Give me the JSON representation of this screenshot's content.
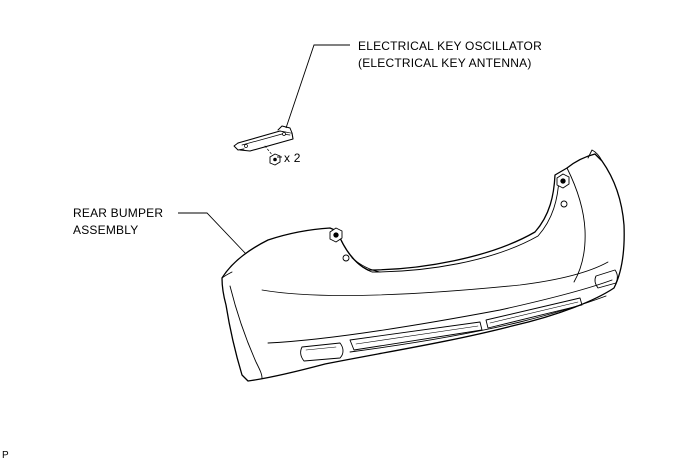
{
  "labels": {
    "oscillator_line1": "ELECTRICAL KEY OSCILLATOR",
    "oscillator_line2": "(ELECTRICAL KEY ANTENNA)",
    "bumper_line1": "REAR BUMPER",
    "bumper_line2": "ASSEMBLY",
    "nut_quantity": "x 2",
    "figure_code": "P"
  }
}
